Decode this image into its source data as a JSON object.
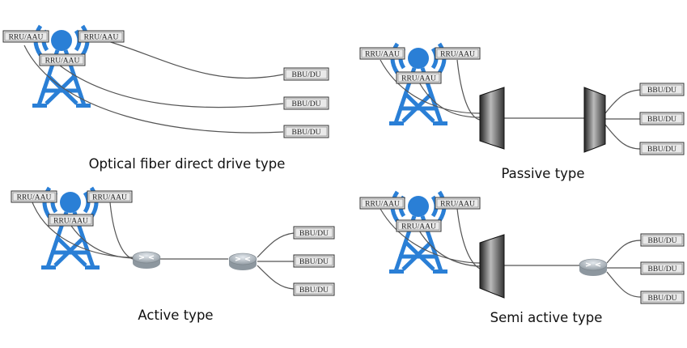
{
  "labels": {
    "rru": "RRU/AAU",
    "bbu": "BBU/DU"
  },
  "captions": {
    "direct": "Optical fiber direct drive type",
    "passive": "Passive type",
    "active": "Active type",
    "semi": "Semi active type"
  },
  "colors": {
    "tower": "#2a7fd6",
    "fiber": "#555555",
    "box_fill": "#e9e9e9",
    "router": "#a9b3bb"
  }
}
